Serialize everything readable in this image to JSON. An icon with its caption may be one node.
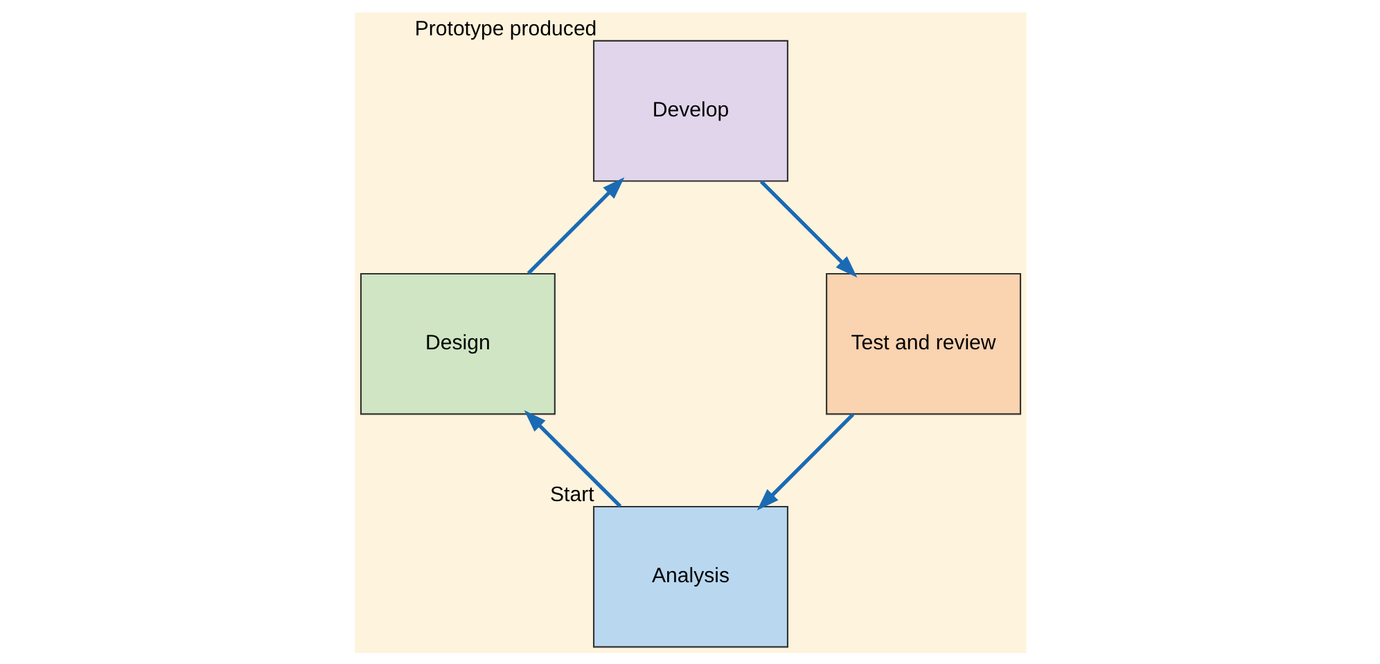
{
  "diagram": {
    "nodes": [
      {
        "text": [
          "Analysis"
        ],
        "beside": [
          "Start"
        ]
      },
      {
        "text": [
          "Design"
        ]
      },
      {
        "text": [
          "Develop"
        ],
        "beside": [
          "Prototype produced"
        ]
      },
      {
        "text": [
          "Test and review"
        ]
      }
    ],
    "edges": [
      {
        "from": 0,
        "to": 1,
        "arrow": "to"
      },
      {
        "from": 1,
        "to": 2,
        "arrow": "to"
      },
      {
        "from": 2,
        "to": 3,
        "arrow": "to"
      },
      {
        "from": 3,
        "to": 0,
        "arrow": "to"
      }
    ]
  }
}
